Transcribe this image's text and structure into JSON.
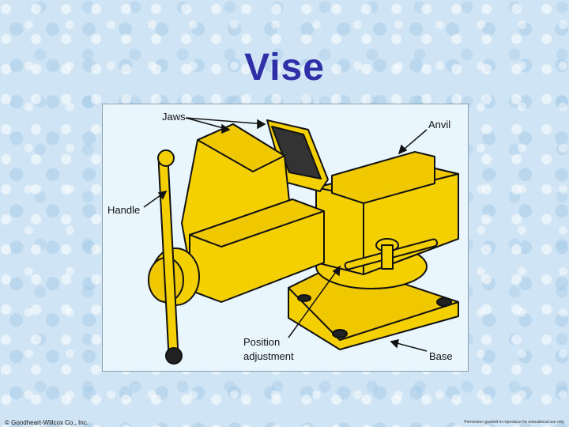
{
  "title": "Vise",
  "labels": {
    "jaws": "Jaws",
    "anvil": "Anvil",
    "handle": "Handle",
    "position_line1": "Position",
    "position_line2": "adjustment",
    "base": "Base"
  },
  "footer": {
    "copyright": "© Goodheart-Willcox Co., Inc.",
    "permission": "Permission granted to reproduce for educational use only"
  },
  "colors": {
    "vise_yellow": "#f5d000",
    "outline": "#111111",
    "title_blue": "#2f2fa8"
  }
}
